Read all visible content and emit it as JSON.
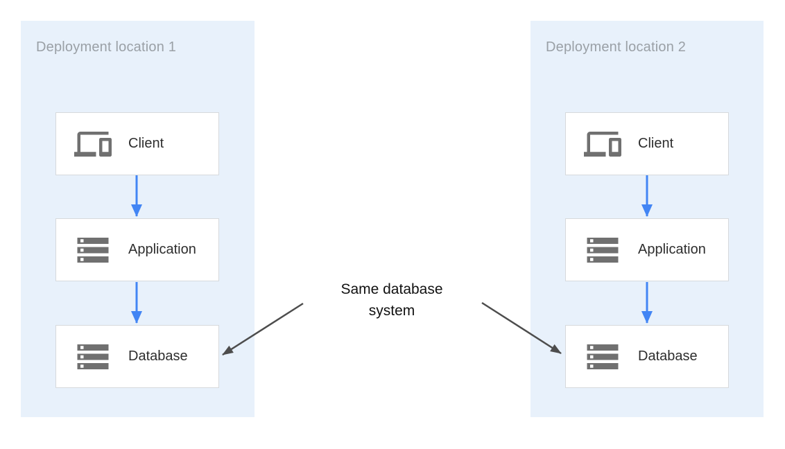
{
  "diagram": {
    "annotation": "Same database system",
    "panels": [
      {
        "title": "Deployment location 1",
        "nodes": [
          {
            "label": "Client",
            "icon": "devices-icon"
          },
          {
            "label": "Application",
            "icon": "storage-icon"
          },
          {
            "label": "Database",
            "icon": "storage-icon"
          }
        ]
      },
      {
        "title": "Deployment location 2",
        "nodes": [
          {
            "label": "Client",
            "icon": "devices-icon"
          },
          {
            "label": "Application",
            "icon": "storage-icon"
          },
          {
            "label": "Database",
            "icon": "storage-icon"
          }
        ]
      }
    ],
    "colors": {
      "panel_background": "#e8f1fb",
      "node_background": "#ffffff",
      "node_border": "#d6d9dc",
      "icon_gray": "#707070",
      "title_gray": "#9aa0a6",
      "label_color": "#2d2d2d",
      "flow_arrow_blue": "#4285f4",
      "annotation_arrow_gray": "#4d4d4d",
      "annotation_text": "#111111"
    }
  }
}
